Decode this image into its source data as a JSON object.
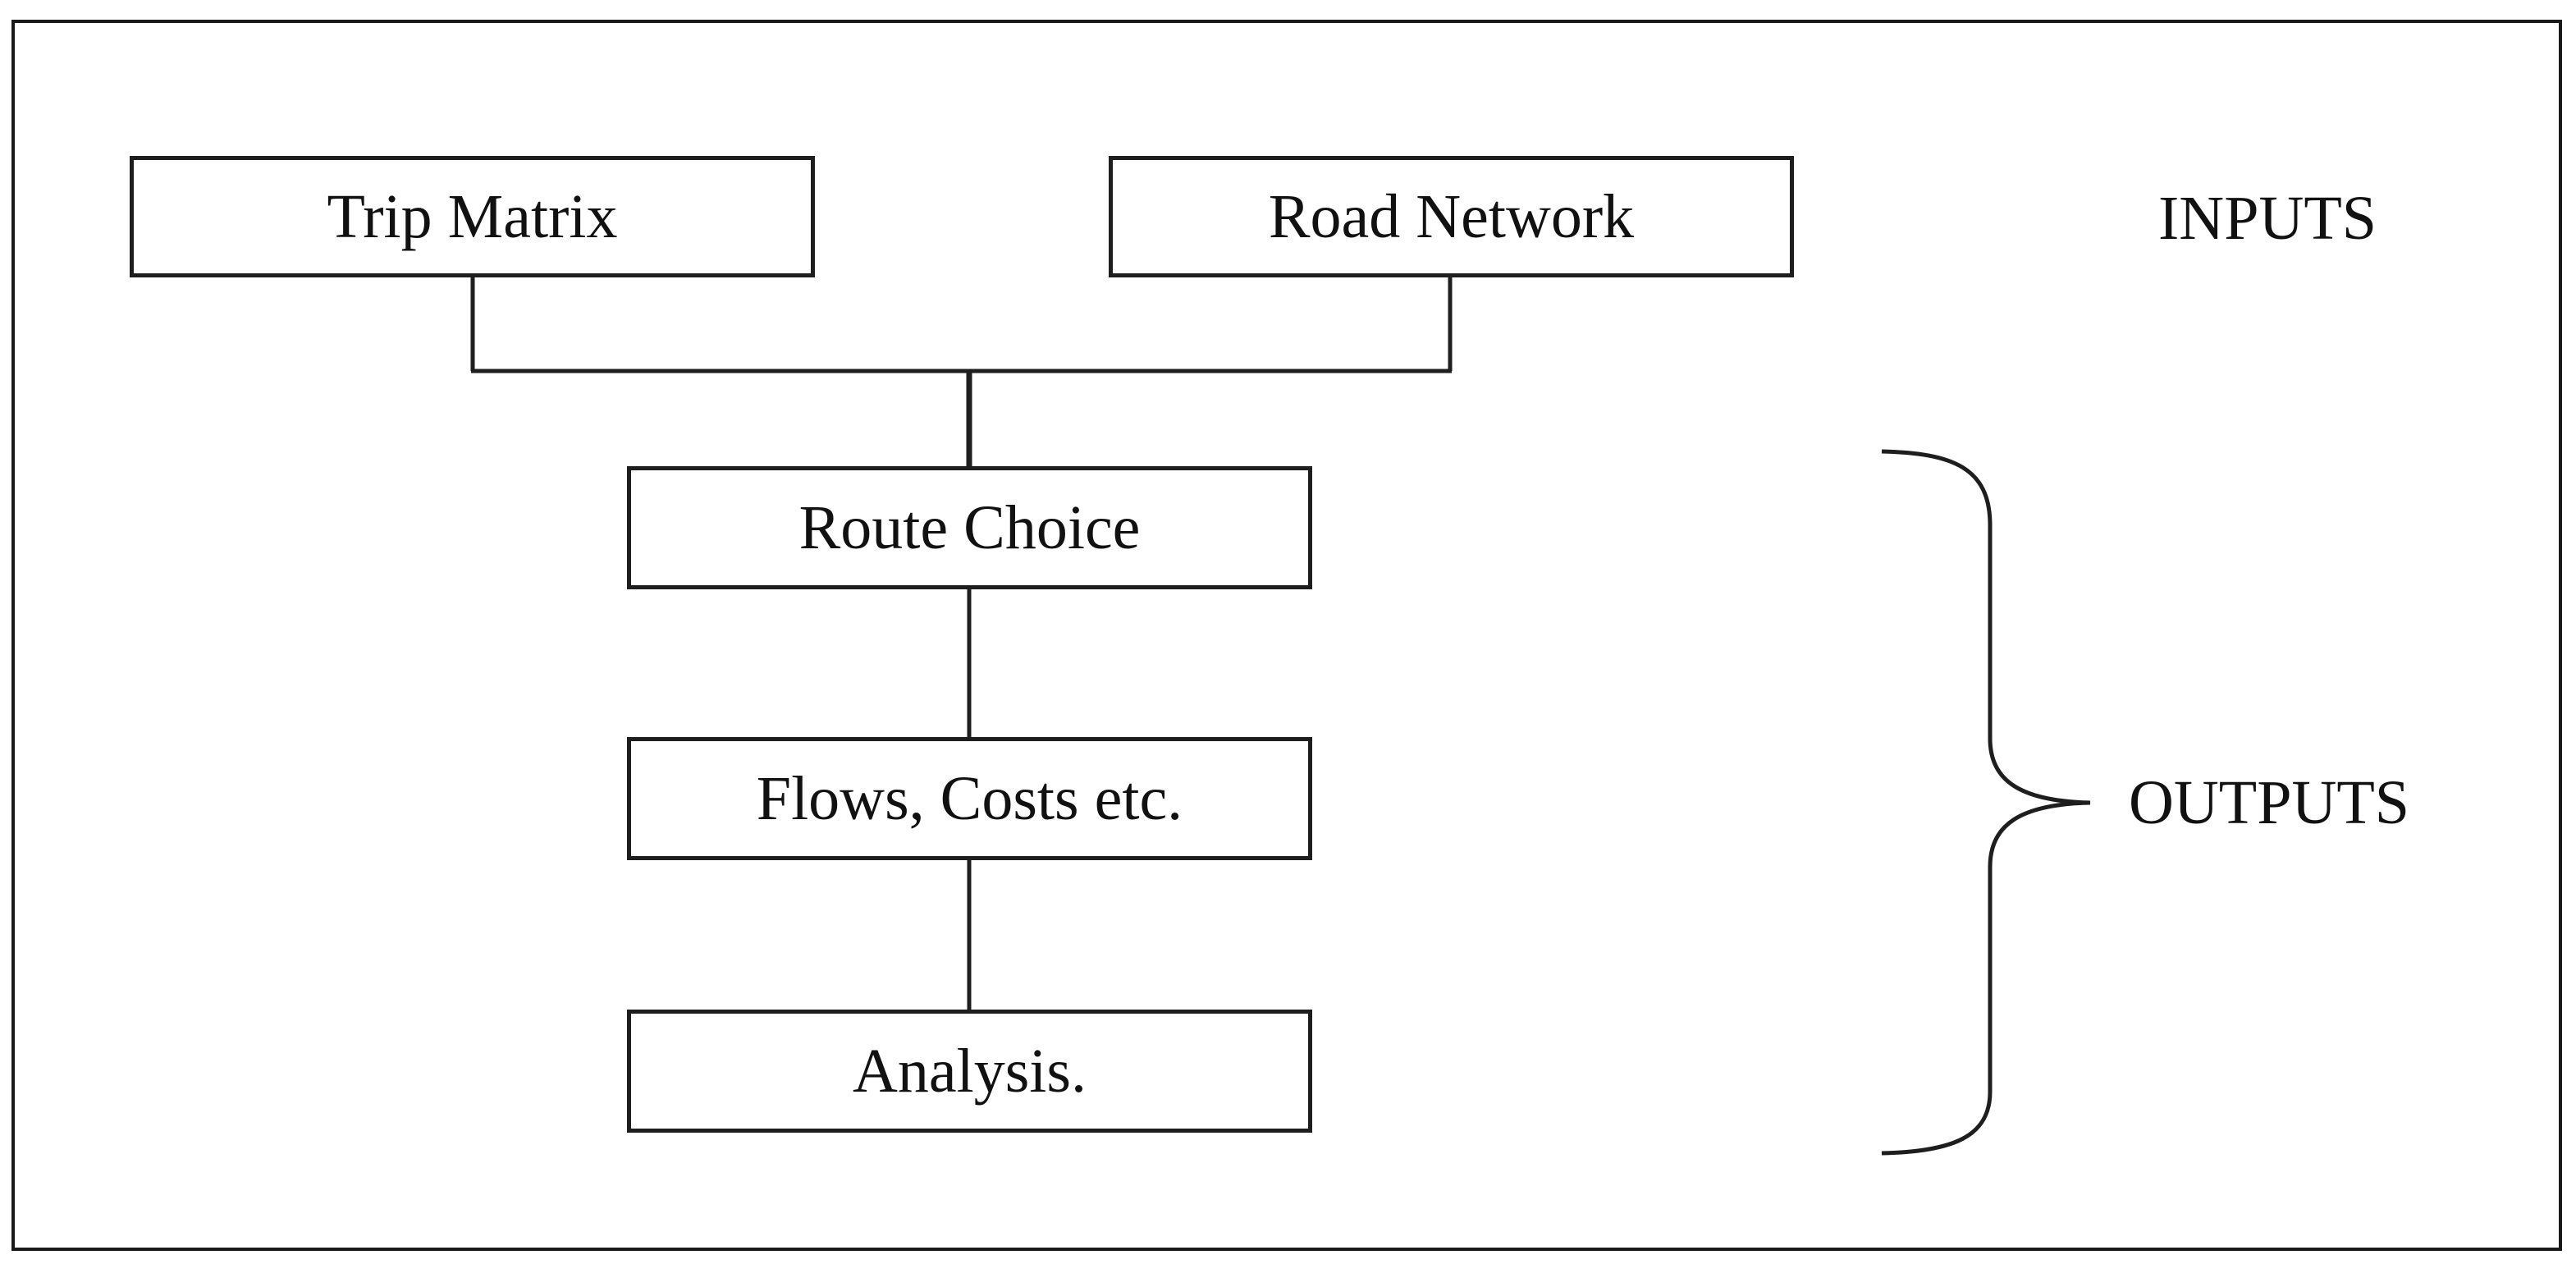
{
  "diagram": {
    "inputs": {
      "trip_matrix": "Trip Matrix",
      "road_network": "Road Network",
      "label": "INPUTS"
    },
    "steps": {
      "route_choice": "Route Choice",
      "flows_costs": "Flows, Costs etc.",
      "analysis": "Analysis."
    },
    "outputs_label": "OUTPUTS"
  },
  "colors": {
    "line": "#1e1e1e",
    "text": "#111111",
    "background": "#ffffff"
  }
}
